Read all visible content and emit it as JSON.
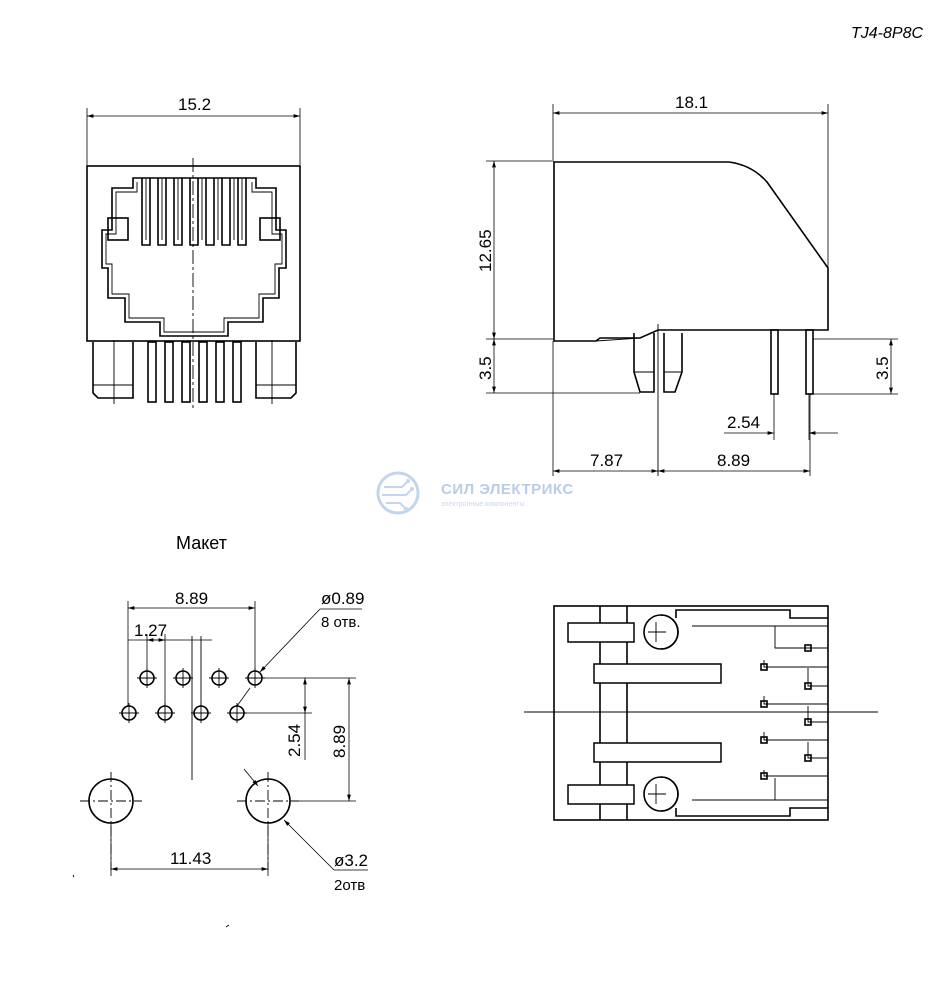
{
  "part_number": "TJ4-8P8C",
  "layout_label": "Макет",
  "watermark": {
    "title": "СИЛ ЭЛЕКТРИКС",
    "subtitle": "электронные компоненты"
  },
  "front_view": {
    "width": "15.2"
  },
  "side_view": {
    "length": "18.1",
    "height": "12.65",
    "pin_height_left": "3.5",
    "pin_height_right": "3.5",
    "pin_pitch": "2.54",
    "offset_a": "7.87",
    "offset_b": "8.89"
  },
  "layout_view": {
    "row_span": "8.89",
    "pin_pitch": "1.27",
    "small_hole_dia": "ø0.89",
    "small_hole_count": "8 отв.",
    "row_spacing": "2.54",
    "vertical_span": "8.89",
    "mount_spacing": "11.43",
    "mount_hole_dia": "ø3.2",
    "mount_hole_count": "2отв"
  },
  "colors": {
    "line": "#000000",
    "background": "#ffffff",
    "watermark": "#b8cde8"
  }
}
